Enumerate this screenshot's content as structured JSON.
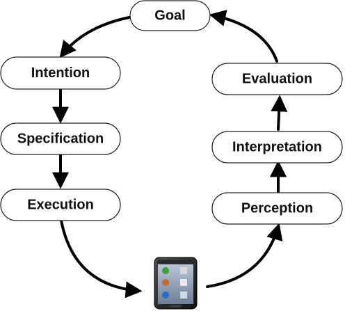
{
  "diagram": {
    "title": "",
    "colors": {
      "line": "#000000",
      "node_fill": "#ffffff",
      "node_stroke": "#222222",
      "text": "#111111"
    },
    "nodes": {
      "goal": {
        "label": "Goal"
      },
      "intention": {
        "label": "Intention"
      },
      "specification": {
        "label": "Specification"
      },
      "execution": {
        "label": "Execution"
      },
      "perception": {
        "label": "Perception"
      },
      "interpretation": {
        "label": "Interpretation"
      },
      "evaluation": {
        "label": "Evaluation"
      }
    },
    "device": {
      "icon": "smartphone-icon"
    },
    "edges": [
      {
        "from": "goal",
        "to": "intention"
      },
      {
        "from": "intention",
        "to": "specification"
      },
      {
        "from": "specification",
        "to": "execution"
      },
      {
        "from": "execution",
        "to": "device"
      },
      {
        "from": "device",
        "to": "perception"
      },
      {
        "from": "perception",
        "to": "interpretation"
      },
      {
        "from": "interpretation",
        "to": "evaluation"
      },
      {
        "from": "evaluation",
        "to": "goal"
      }
    ]
  }
}
